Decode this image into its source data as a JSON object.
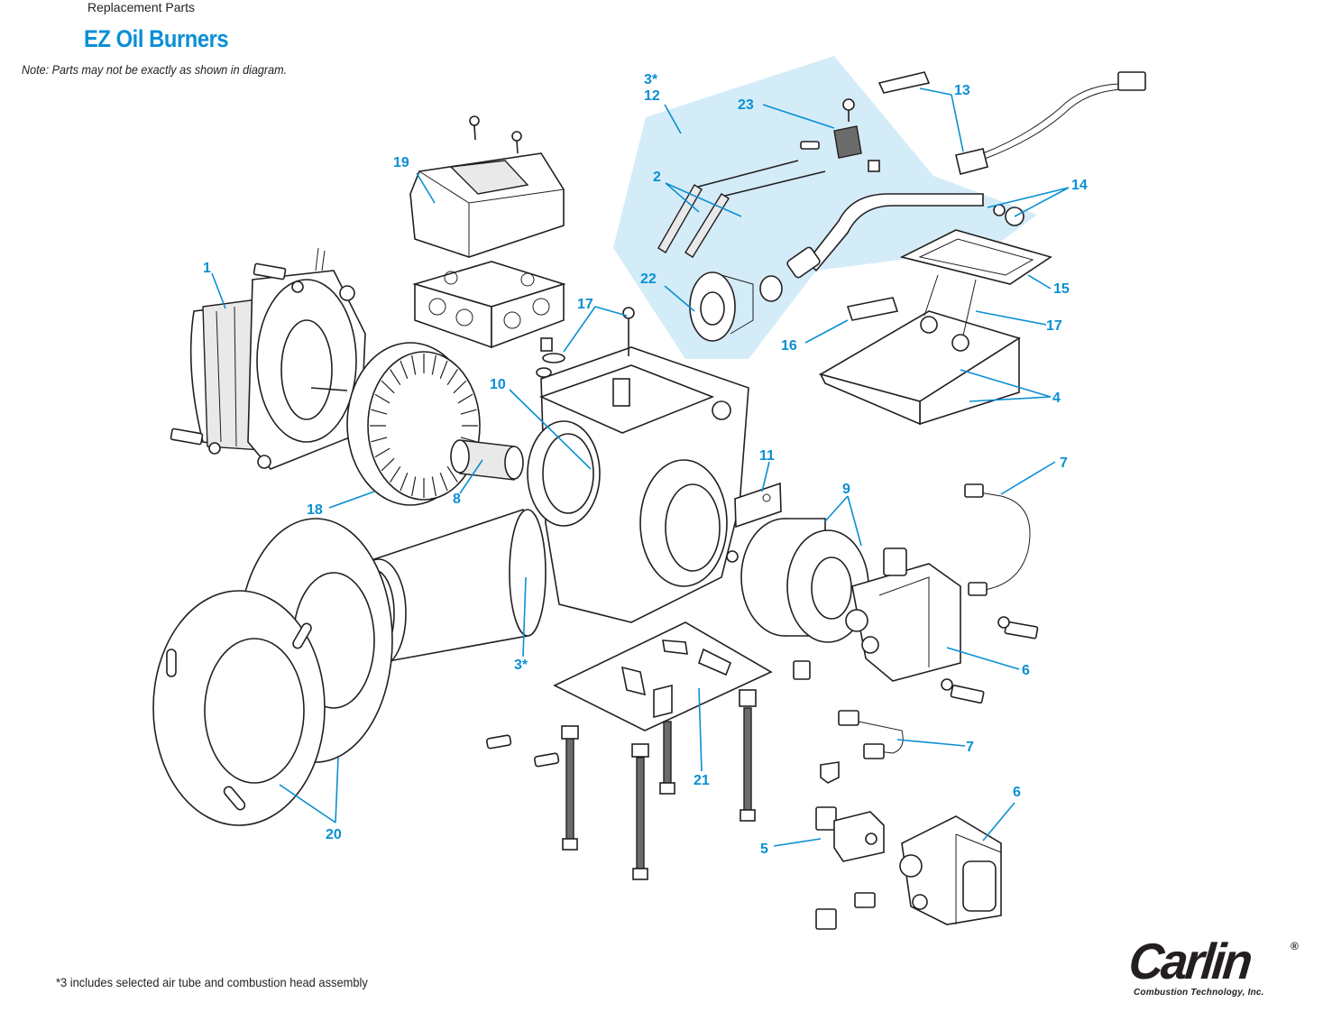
{
  "header": {
    "section": "Replacement Parts",
    "title": "EZ Oil Burners",
    "note": "Note: Parts may not be exactly as shown in diagram."
  },
  "footnote": "*3 includes selected air tube and combustion head assembly",
  "logo": {
    "word": "Carlin",
    "registered": "®",
    "tagline": "Combustion Technology, Inc."
  },
  "colors": {
    "accent": "#0a8fd4",
    "highlight_region": "#d3ecf8",
    "line_art": "#231f20"
  },
  "callouts": [
    {
      "id": "c-3star-top",
      "label": "3*"
    },
    {
      "id": "c-12",
      "label": "12"
    },
    {
      "id": "c-23",
      "label": "23"
    },
    {
      "id": "c-13",
      "label": "13"
    },
    {
      "id": "c-19",
      "label": "19"
    },
    {
      "id": "c-2",
      "label": "2"
    },
    {
      "id": "c-14",
      "label": "14"
    },
    {
      "id": "c-1",
      "label": "1"
    },
    {
      "id": "c-22",
      "label": "22"
    },
    {
      "id": "c-15",
      "label": "15"
    },
    {
      "id": "c-17a",
      "label": "17"
    },
    {
      "id": "c-17b",
      "label": "17"
    },
    {
      "id": "c-16",
      "label": "16"
    },
    {
      "id": "c-10",
      "label": "10"
    },
    {
      "id": "c-4",
      "label": "4"
    },
    {
      "id": "c-11",
      "label": "11"
    },
    {
      "id": "c-7a",
      "label": "7"
    },
    {
      "id": "c-8",
      "label": "8"
    },
    {
      "id": "c-9",
      "label": "9"
    },
    {
      "id": "c-18",
      "label": "18"
    },
    {
      "id": "c-3star-bottom",
      "label": "3*"
    },
    {
      "id": "c-6a",
      "label": "6"
    },
    {
      "id": "c-7b",
      "label": "7"
    },
    {
      "id": "c-21",
      "label": "21"
    },
    {
      "id": "c-6b",
      "label": "6"
    },
    {
      "id": "c-20",
      "label": "20"
    },
    {
      "id": "c-5",
      "label": "5"
    }
  ]
}
